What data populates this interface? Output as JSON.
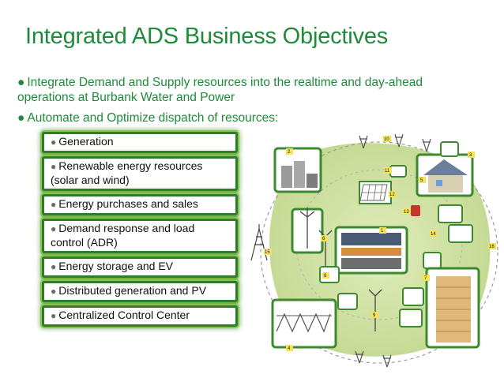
{
  "slide": {
    "title": "Integrated ADS Business Objectives",
    "bullets": [
      "Integrate Demand and Supply resources into the realtime and day-ahead operations at Burbank Water and Power",
      "Automate and Optimize dispatch of resources:"
    ],
    "sub_items": [
      "Generation",
      "Renewable energy resources (solar and wind)",
      "Energy purchases and sales",
      "Demand response and load control (ADR)",
      "Energy storage and EV",
      "Distributed generation and PV",
      "Centralized Control Center"
    ],
    "diagram_labels": [
      "1",
      "2",
      "3",
      "4",
      "5",
      "6",
      "7",
      "8",
      "9",
      "10",
      "11",
      "12",
      "13",
      "14",
      "15",
      "16"
    ]
  },
  "colors": {
    "accent": "#1f8a3a",
    "frame": "#2c7d2e",
    "glow": "#8bc34a",
    "blob": "#c9de9a"
  }
}
